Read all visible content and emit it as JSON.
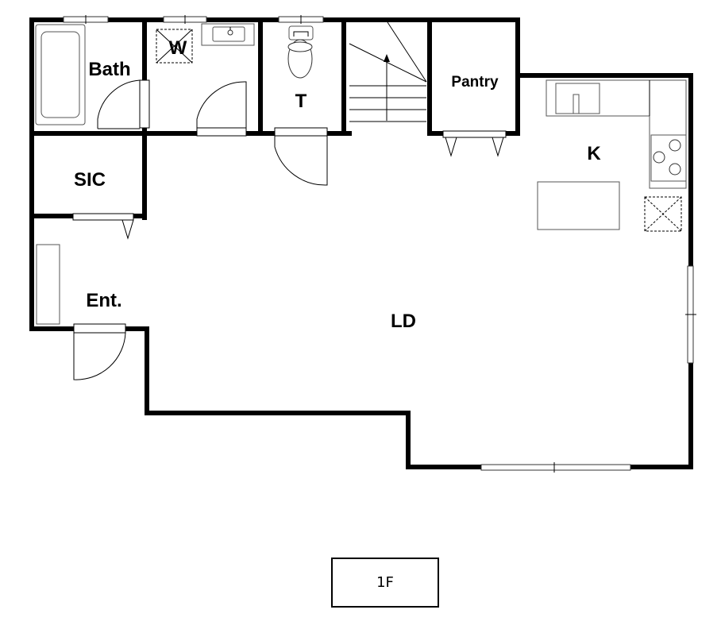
{
  "plan": {
    "rooms": {
      "bath": "Bath",
      "washroom": "W",
      "toilet": "T",
      "pantry": "Pantry",
      "kitchen": "K",
      "sic": "SIC",
      "entrance": "Ent.",
      "living_dining": "LD"
    },
    "floor_label": "1F"
  }
}
